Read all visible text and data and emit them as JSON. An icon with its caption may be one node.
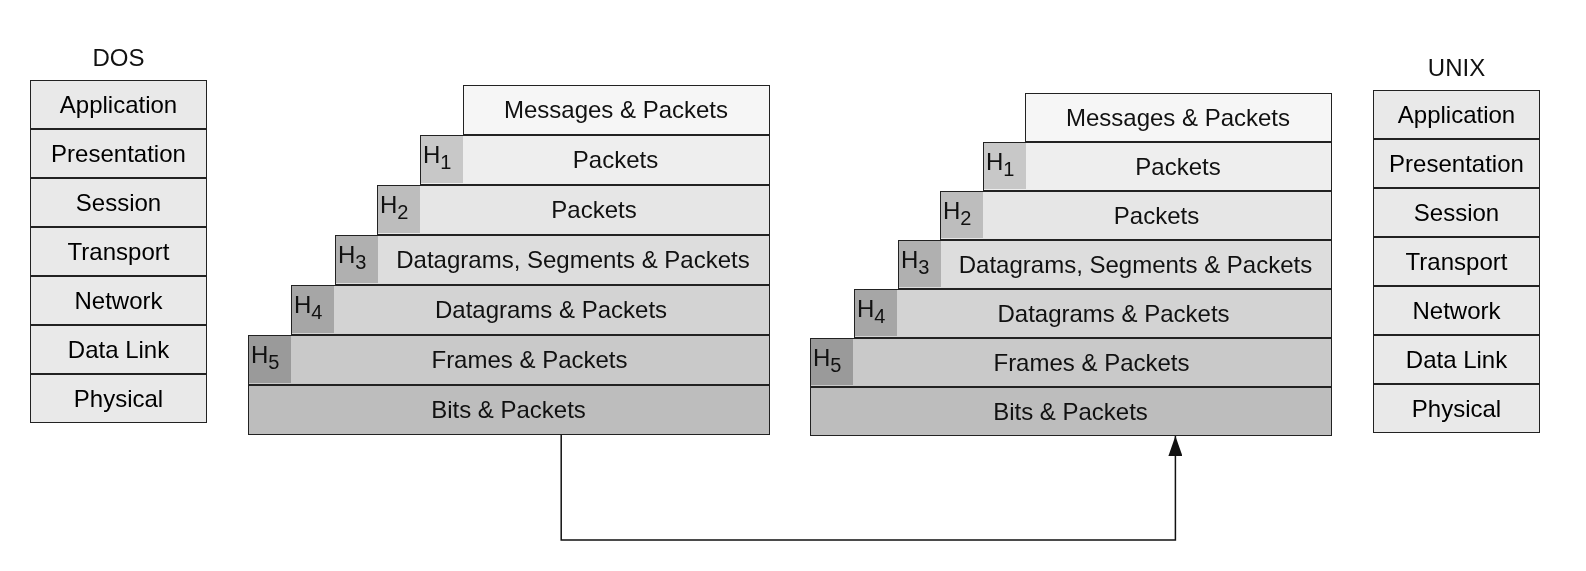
{
  "diagram": {
    "nodes": [
      {
        "text": [
          "DOS"
        ]
      },
      {
        "text": [
          "Application"
        ],
        "in": 0
      },
      {
        "text": [
          "Presentation"
        ],
        "in": 0
      },
      {
        "text": [
          "Session"
        ],
        "in": 0
      },
      {
        "text": [
          "Transport"
        ],
        "in": 0
      },
      {
        "text": [
          "Network"
        ],
        "in": 0
      },
      {
        "text": [
          "Data Link"
        ],
        "in": 0
      },
      {
        "text": [
          "Physical"
        ],
        "in": 0
      },
      {
        "text": [
          "Messages & Packets"
        ]
      },
      {
        "text": [
          "H$_{1}$",
          "Packets"
        ]
      },
      {
        "text": [
          "H$_{2}$",
          "Packets"
        ]
      },
      {
        "text": [
          "H$_{3}$",
          "Datagrams, Segments & Packets"
        ]
      },
      {
        "text": [
          "H$_{4}$",
          "Datagrams & Packets"
        ]
      },
      {
        "text": [
          "H$_{5}$",
          "Frames & Packets"
        ]
      },
      {
        "text": [
          "Bits & Packets"
        ]
      },
      {
        "text": [
          "Messages & Packets"
        ]
      },
      {
        "text": [
          "H$_{1}$",
          "Packets"
        ]
      },
      {
        "text": [
          "H$_{2}$",
          "Packets"
        ]
      },
      {
        "text": [
          "H$_{3}$",
          "Datagrams, Segments & Packets"
        ]
      },
      {
        "text": [
          "H$_{4}$",
          "Datagrams & Packets"
        ]
      },
      {
        "text": [
          "H$_{5}$",
          "Frames & Packets"
        ]
      },
      {
        "text": [
          "Bits & Packets"
        ]
      },
      {
        "text": [
          "UNIX"
        ]
      },
      {
        "text": [
          "Application"
        ],
        "in": 22
      },
      {
        "text": [
          "Presentation"
        ],
        "in": 22
      },
      {
        "text": [
          "Session"
        ],
        "in": 22
      },
      {
        "text": [
          "Transport"
        ],
        "in": 22
      },
      {
        "text": [
          "Network"
        ],
        "in": 22
      },
      {
        "text": [
          "Data Link"
        ],
        "in": 22
      },
      {
        "text": [
          "Physical"
        ],
        "in": 22
      }
    ],
    "edges": [
      {
        "from": 14,
        "to": 21,
        "arrow": "to"
      }
    ]
  }
}
